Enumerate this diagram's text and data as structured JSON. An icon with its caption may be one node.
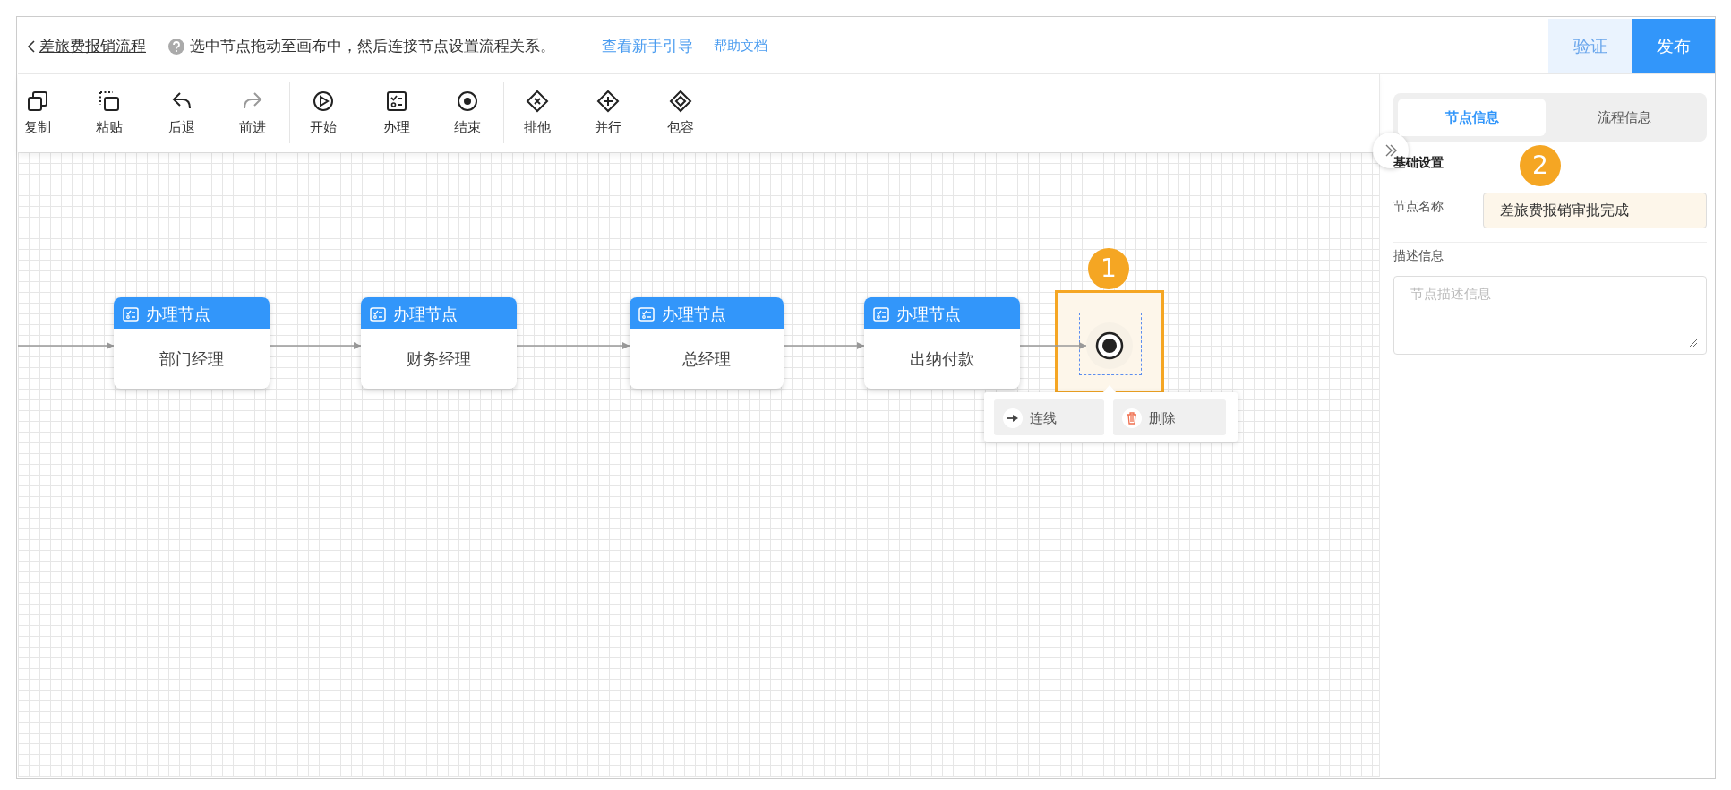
{
  "diagram": {
    "nodes": [
      {
        "text": [
          "办理节点",
          "部门经理"
        ]
      },
      {
        "text": [
          "办理节点",
          "财务经理"
        ]
      },
      {
        "text": [
          "办理节点",
          "总经理"
        ]
      },
      {
        "text": [
          "办理节点",
          "出纳付款"
        ]
      },
      {
        "text": [],
        "shape": "circle"
      }
    ],
    "edges": [
      {
        "from": null,
        "to": 0,
        "arrow": "to"
      },
      {
        "from": 0,
        "to": 1,
        "arrow": "to"
      },
      {
        "from": 1,
        "to": 2,
        "arrow": "to"
      },
      {
        "from": 2,
        "to": 3,
        "arrow": "to"
      },
      {
        "from": 3,
        "to": 4,
        "arrow": "to"
      }
    ],
    "labels": [
      "差旅费报销流程",
      "选中节点拖动至画布中，然后连接节点设置流程关系。",
      "查看新手引导",
      "帮助文档",
      "验证",
      "发布",
      "复制",
      "粘贴",
      "后退",
      "前进",
      "开始",
      "办理",
      "结束",
      "排他",
      "并行",
      "包容",
      "节点信息",
      "流程信息",
      "基础设置",
      "2",
      "节点名称",
      "差旅费报销审批完成",
      "描述信息",
      "节点描述信息",
      "1",
      "连线",
      "删除"
    ]
  }
}
